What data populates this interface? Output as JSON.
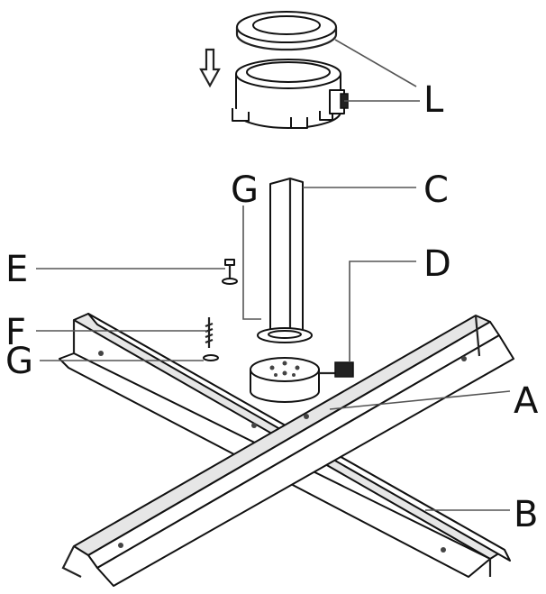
{
  "labels": {
    "L": "L",
    "C": "C",
    "G_top": "G",
    "E": "E",
    "D": "D",
    "F": "F",
    "G_left": "G",
    "A": "A",
    "B": "B"
  },
  "colors": {
    "line": "#111111",
    "leader": "#555555",
    "fill": "#ffffff"
  },
  "icons": {
    "arrow": "down-arrow-icon"
  }
}
